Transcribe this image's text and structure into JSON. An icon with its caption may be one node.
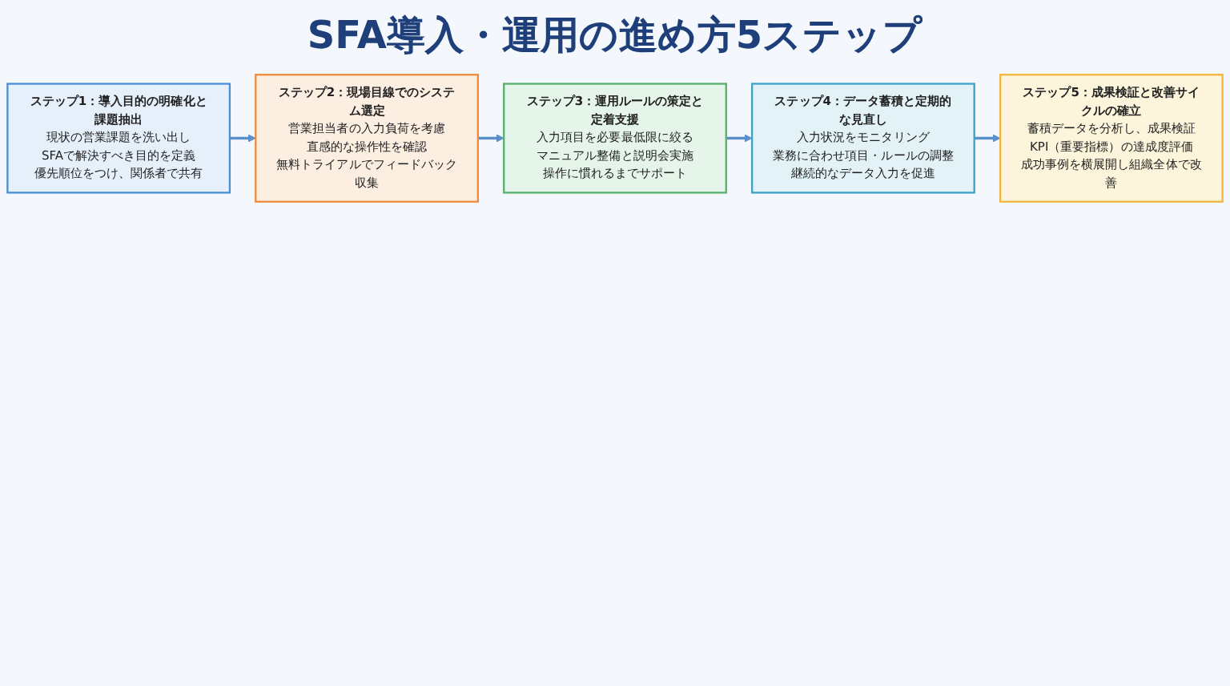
{
  "diagram": {
    "title": "SFA導入・運用の進め方5ステップ",
    "nodes": [
      {
        "text": [
          "ステップ1：導入目的の明確化と課題抽出",
          "現状の営業課題を洗い出し",
          "SFAで解決すべき目的を定義",
          "優先順位をつけ、関係者で共有"
        ]
      },
      {
        "text": [
          "ステップ2：現場目線でのシステム選定",
          "営業担当者の入力負荷を考慮",
          "直感的な操作性を確認",
          "無料トライアルでフィードバック収集"
        ]
      },
      {
        "text": [
          "ステップ3：運用ルールの策定と定着支援",
          "入力項目を必要最低限に絞る",
          "マニュアル整備と説明会実施",
          "操作に慣れるまでサポート"
        ]
      },
      {
        "text": [
          "ステップ4：データ蓄積と定期的な見直し",
          "入力状況をモニタリング",
          "業務に合わせ項目・ルールの調整",
          "継続的なデータ入力を促進"
        ]
      },
      {
        "text": [
          "ステップ5：成果検証と改善サイクルの確立",
          "蓄積データを分析し、成果検証",
          "KPI（重要指標）の達成度評価",
          "成功事例を横展開し組織全体で改善"
        ]
      }
    ],
    "edges": [
      {
        "from": 0,
        "to": 1,
        "arrow": "to"
      },
      {
        "from": 1,
        "to": 2,
        "arrow": "to"
      },
      {
        "from": 2,
        "to": 3,
        "arrow": "to"
      },
      {
        "from": 3,
        "to": 4,
        "arrow": "to"
      }
    ]
  }
}
